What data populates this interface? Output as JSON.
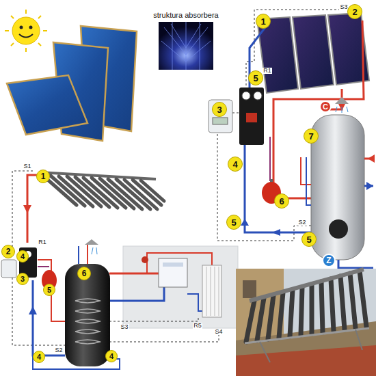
{
  "diagram": {
    "labels": [
      "struktura absorbera",
      "1",
      "S3",
      "2",
      "3",
      "5",
      "R1",
      "4",
      "6",
      "C",
      "7",
      "5",
      "S2",
      "5",
      "Z",
      "S1",
      "1",
      "2",
      "R1",
      "4",
      "3",
      "5",
      "6",
      "S3",
      "S2",
      "4",
      "4",
      "R5",
      "S4"
    ]
  }
}
